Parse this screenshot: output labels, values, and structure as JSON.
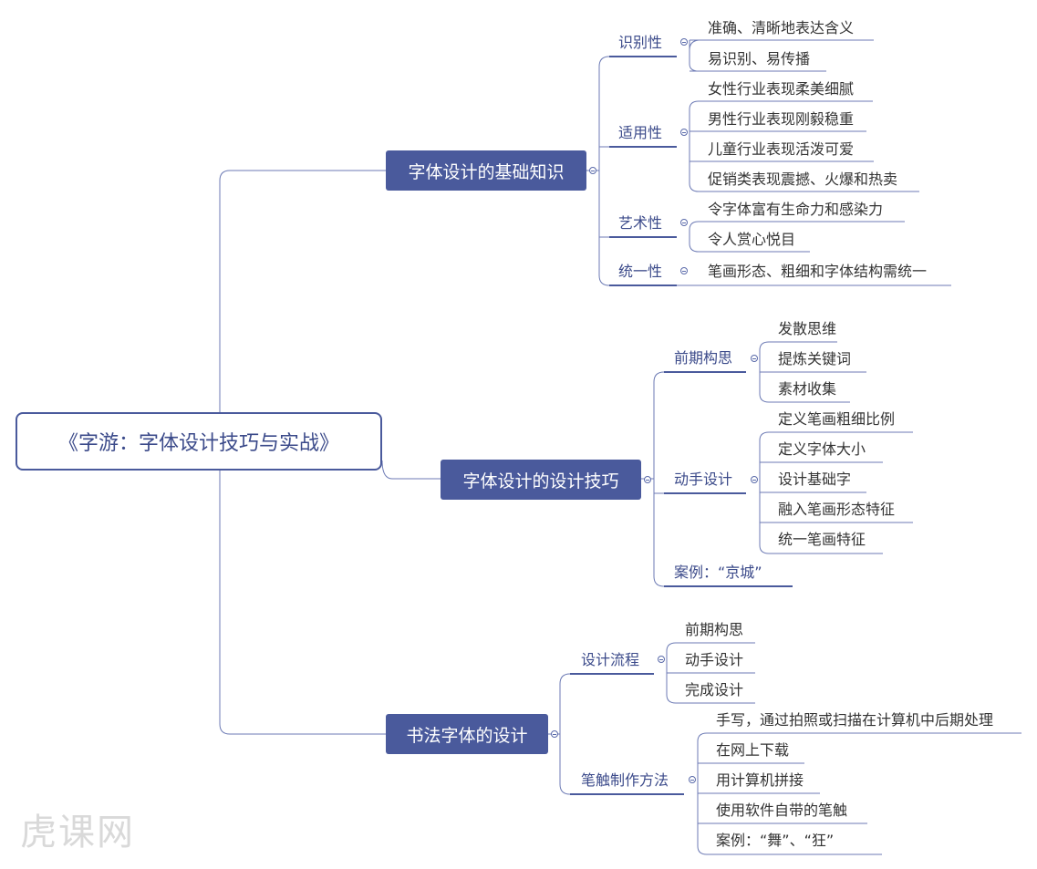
{
  "root": {
    "title": "《字游：字体设计技巧与实战》"
  },
  "branch1": {
    "title": "字体设计的基础知识",
    "groups": [
      {
        "label": "识别性",
        "items": [
          "准确、清晰地表达含义",
          "易识别、易传播"
        ]
      },
      {
        "label": "适用性",
        "items": [
          "女性行业表现柔美细腻",
          "男性行业表现刚毅稳重",
          "儿童行业表现活泼可爱",
          "促销类表现震撼、火爆和热卖"
        ]
      },
      {
        "label": "艺术性",
        "items": [
          "令字体富有生命力和感染力",
          "令人赏心悦目"
        ]
      },
      {
        "label": "统一性",
        "items": [
          "笔画形态、粗细和字体结构需统一"
        ]
      }
    ]
  },
  "branch2": {
    "title": "字体设计的设计技巧",
    "groups": [
      {
        "label": "前期构思",
        "items": [
          "发散思维",
          "提炼关键词",
          "素材收集"
        ]
      },
      {
        "label": "动手设计",
        "items": [
          "定义笔画粗细比例",
          "定义字体大小",
          "设计基础字",
          "融入笔画形态特征",
          "统一笔画特征"
        ]
      },
      {
        "label": "案例：“京城”",
        "items": []
      }
    ]
  },
  "branch3": {
    "title": "书法字体的设计",
    "groups": [
      {
        "label": "设计流程",
        "items": [
          "前期构思",
          "动手设计",
          "完成设计"
        ]
      },
      {
        "label": "笔触制作方法",
        "items": [
          "手写，通过拍照或扫描在计算机中后期处理",
          "在网上下载",
          "用计算机拼接",
          "使用软件自带的笔触",
          "案例：“舞”、“狂”"
        ]
      }
    ]
  },
  "colors": {
    "accent": "#4a5a9c",
    "line": "#5a6aaa"
  },
  "watermark": "虎课网"
}
